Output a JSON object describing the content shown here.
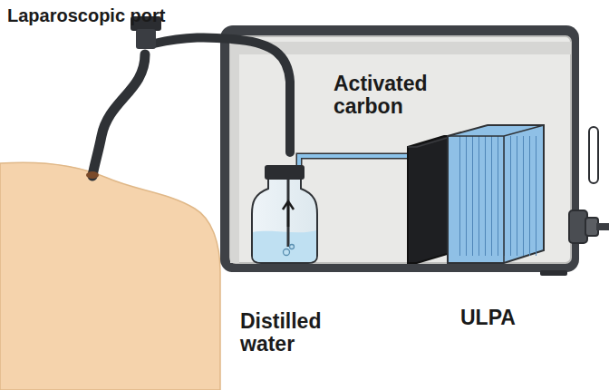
{
  "diagram": {
    "labels": [
      "Laparoscopic port",
      "Activated carbon",
      "Distilled water",
      "ULPA"
    ]
  }
}
